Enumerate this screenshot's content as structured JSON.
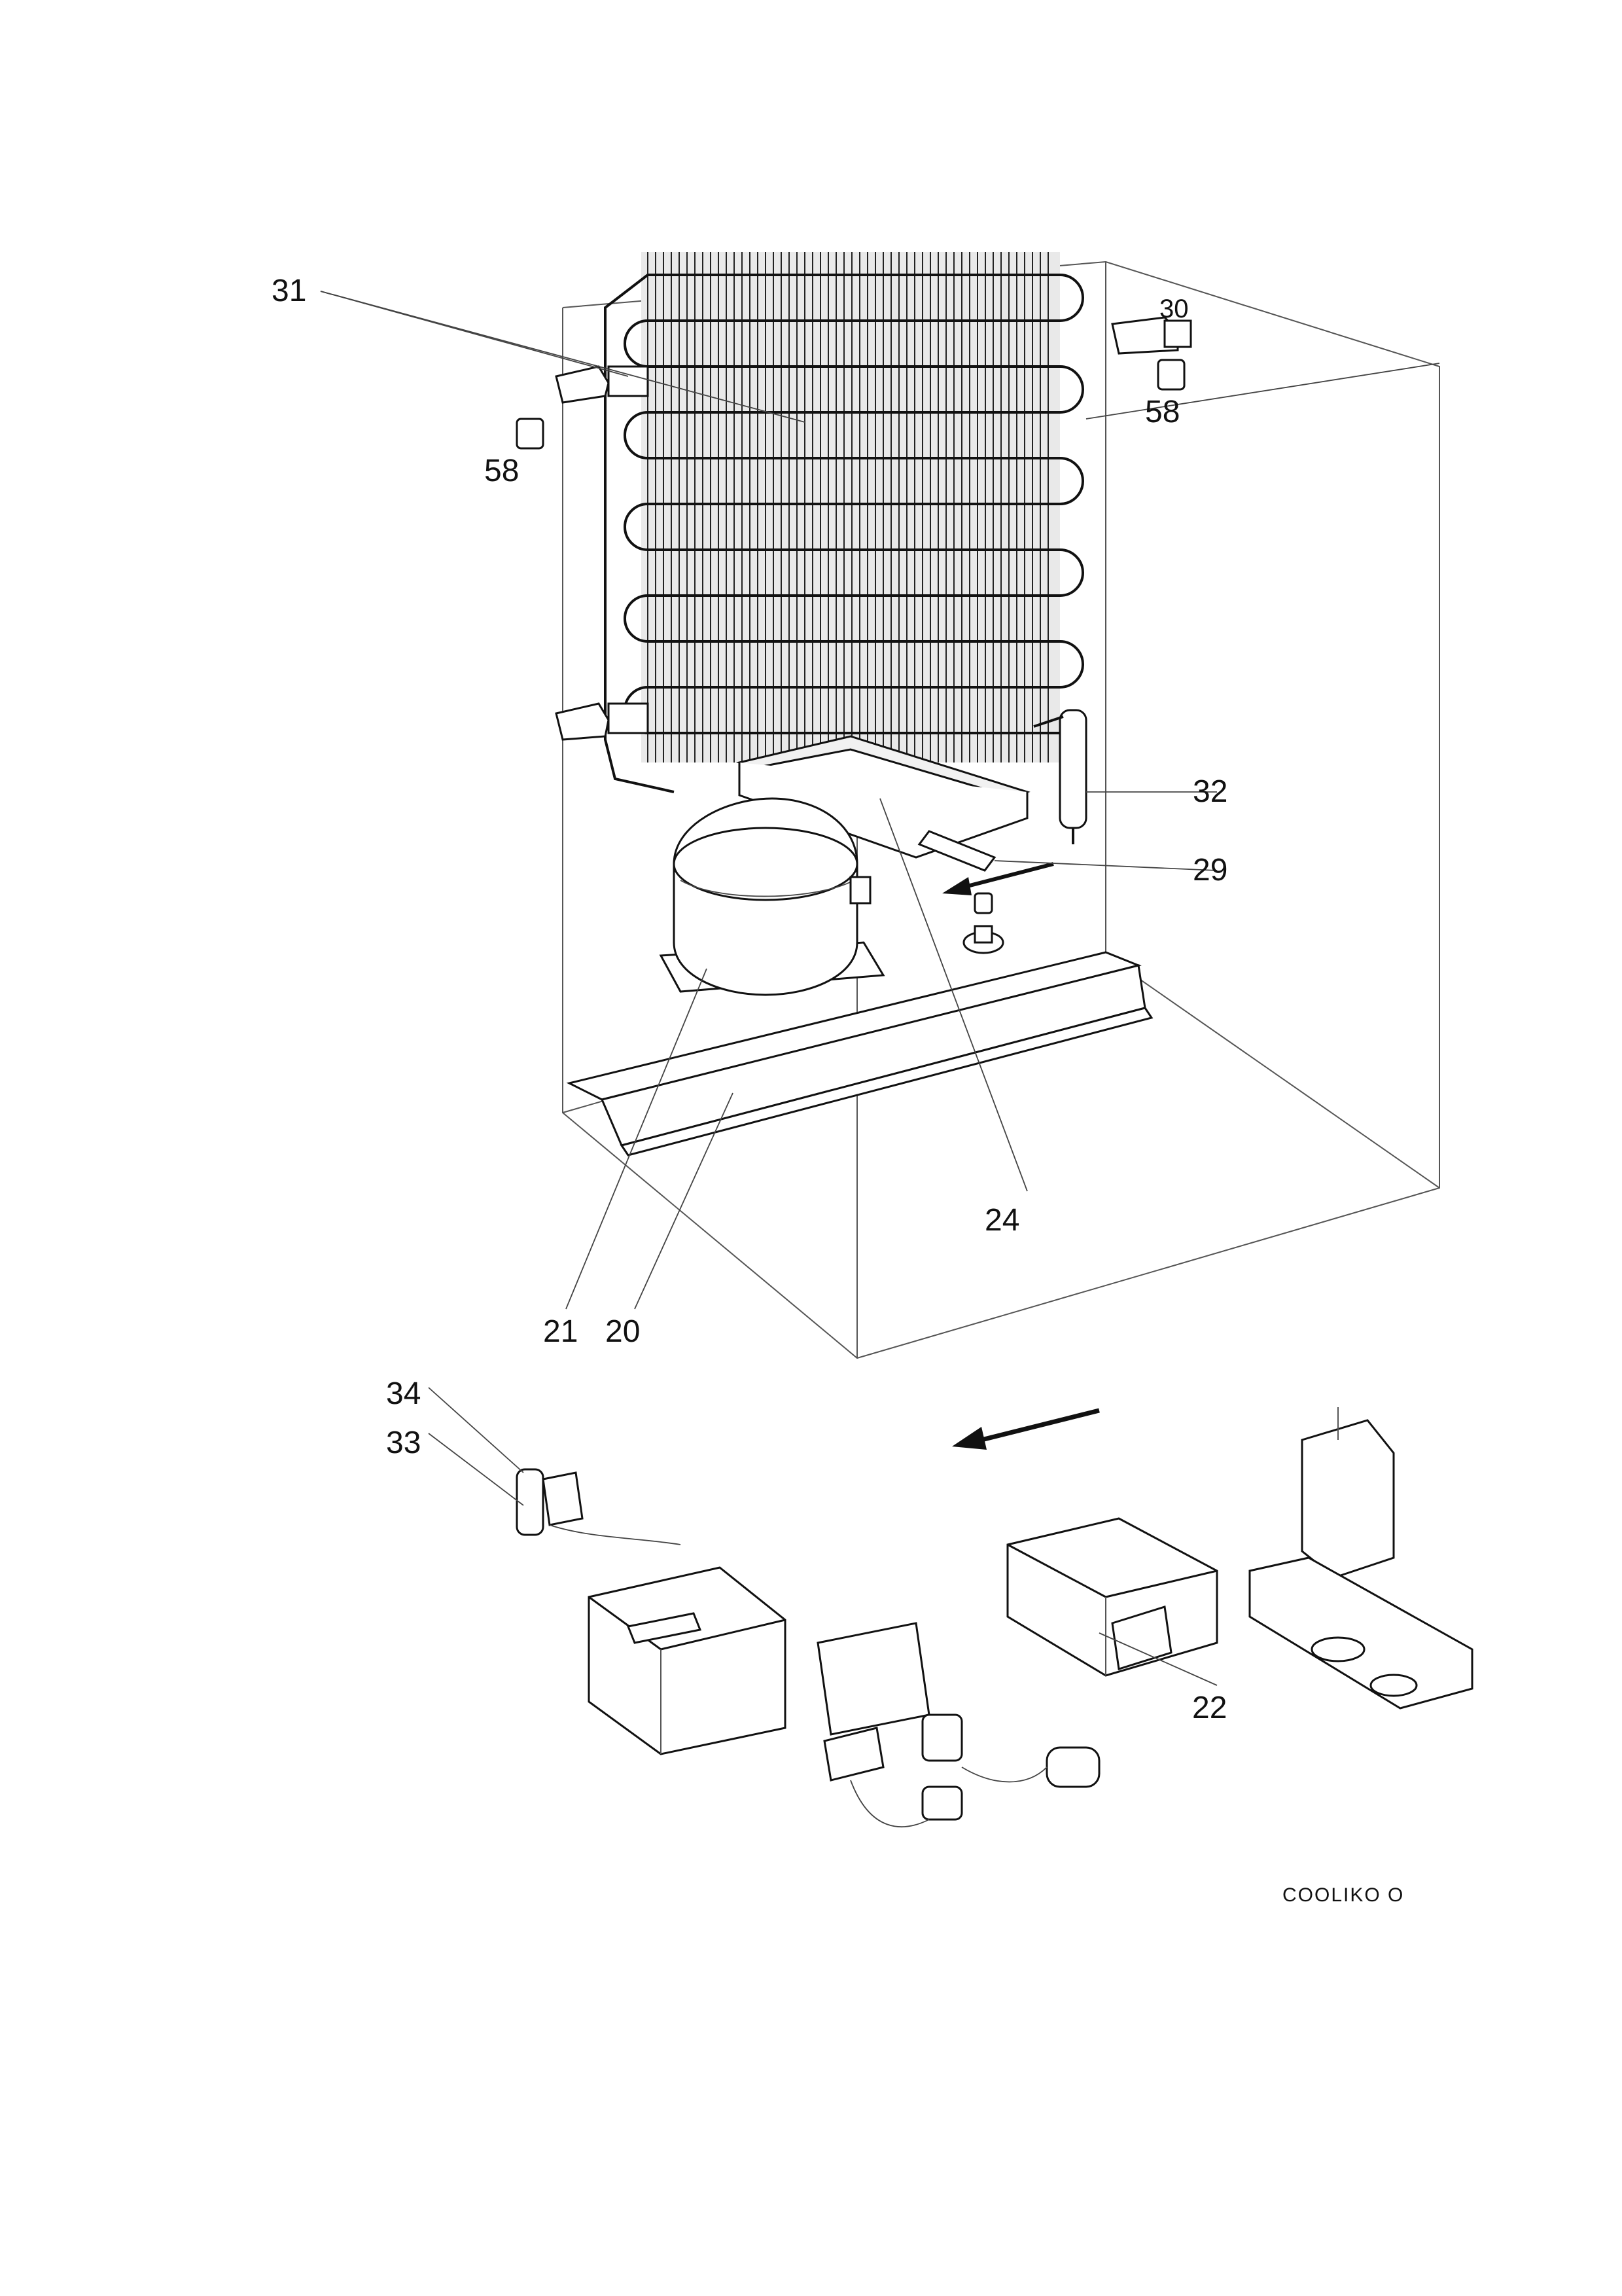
{
  "labels": {
    "p31": "31",
    "p30": "30",
    "p58a": "58",
    "p58b": "58",
    "p32": "32",
    "p29": "29",
    "p24": "24",
    "p21": "21",
    "p20": "20",
    "p34": "34",
    "p33": "33",
    "p22": "22"
  },
  "footer_code": "COOLIKO O"
}
